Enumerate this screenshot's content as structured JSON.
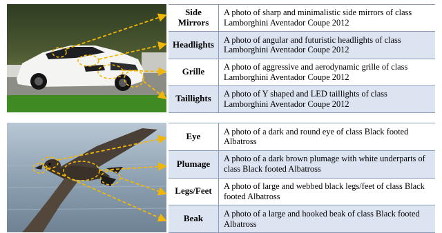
{
  "panels": [
    {
      "rows": [
        {
          "part": "Side Mirrors",
          "description": "A photo of sharp and minimalistic side mirrors of class Lamborghini Aventador Coupe 2012"
        },
        {
          "part": "Headlights",
          "description": "A photo of angular and futuristic headlights of class Lamborghini Aventador Coupe 2012"
        },
        {
          "part": "Grille",
          "description": "A photo of aggressive and aerodynamic grille of class Lamborghini Aventador Coupe 2012"
        },
        {
          "part": "Taillights",
          "description": "A photo of Y shaped and LED taillights of class Lamborghini Aventador Coupe 2012"
        }
      ]
    },
    {
      "rows": [
        {
          "part": "Eye",
          "description": "A photo of a dark and round eye of class Black footed Albatross"
        },
        {
          "part": "Plumage",
          "description": "A photo of a dark brown plumage with white underparts of class Black footed Albatross"
        },
        {
          "part": "Legs/Feet",
          "description": "A photo of large and webbed black legs/feet of class Black footed Albatross"
        },
        {
          "part": "Beak",
          "description": "A photo of a large and hooked beak of class Black footed Albatross"
        }
      ]
    }
  ],
  "colors": {
    "highlight": "#f2b705",
    "row_shade": "#dde4f1",
    "rule": "#8a9bb8"
  }
}
